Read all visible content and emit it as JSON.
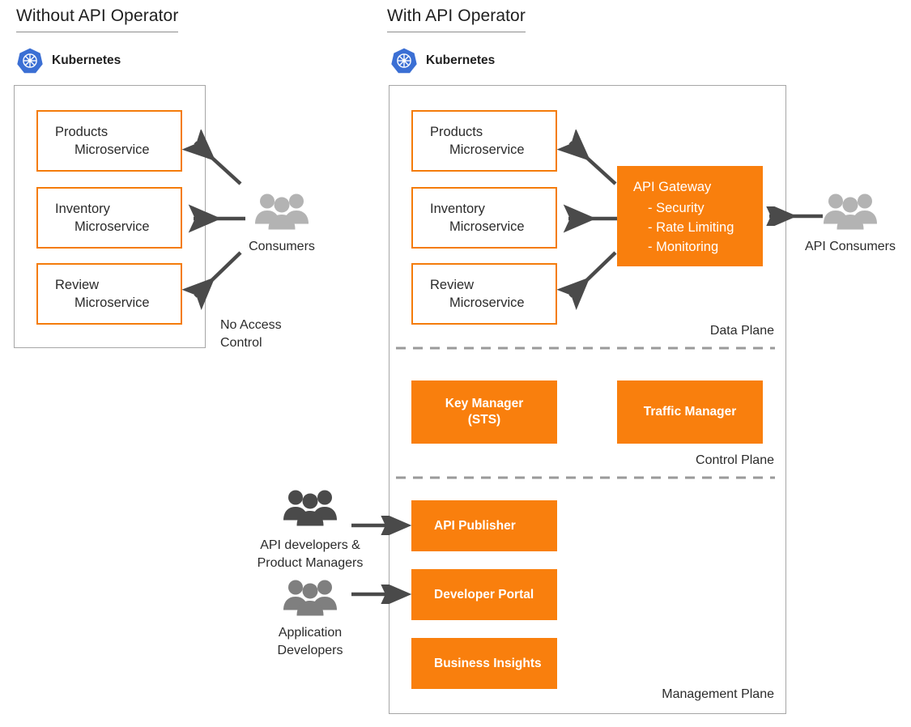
{
  "colors": {
    "orange": "#f97f0d",
    "orange_border": "#f47c0b",
    "panel_border": "#a6a6a6",
    "arrow": "#4a4a4a",
    "people_light": "#b3b3b3",
    "people_mid": "#7f7f7f",
    "people_dark": "#4a4a4a",
    "k8s_blue": "#3b6fd4",
    "text": "#2b2b2b"
  },
  "left": {
    "title": "Without API Operator",
    "platform": {
      "icon": "kubernetes-logo",
      "label": "Kubernetes"
    },
    "microservices": [
      {
        "name": "Products",
        "kind": "Microservice"
      },
      {
        "name": "Inventory",
        "kind": "Microservice"
      },
      {
        "name": "Review",
        "kind": "Microservice"
      }
    ],
    "consumers": {
      "icon": "people-group-icon",
      "label": "Consumers"
    },
    "note": {
      "line1": "No Access",
      "line2": "Control"
    }
  },
  "right": {
    "title": "With API Operator",
    "platform": {
      "icon": "kubernetes-logo",
      "label": "Kubernetes"
    },
    "microservices": [
      {
        "name": "Products",
        "kind": "Microservice"
      },
      {
        "name": "Inventory",
        "kind": "Microservice"
      },
      {
        "name": "Review",
        "kind": "Microservice"
      }
    ],
    "gateway": {
      "title": "API Gateway",
      "features": [
        "- Security",
        "- Rate Limiting",
        "- Monitoring"
      ]
    },
    "api_consumers": {
      "icon": "people-group-icon",
      "label": "API Consumers"
    },
    "planes": [
      {
        "name": "data",
        "label": "Data Plane"
      },
      {
        "name": "control",
        "label": "Control Plane"
      },
      {
        "name": "management",
        "label": "Management Plane"
      }
    ],
    "control_plane_boxes": [
      {
        "line1": "Key Manager",
        "line2": "(STS)"
      },
      {
        "line1": "Traffic Manager",
        "line2": ""
      }
    ],
    "management_plane_boxes": [
      {
        "label": "API Publisher"
      },
      {
        "label": "Developer Portal"
      },
      {
        "label": "Business Insights"
      }
    ],
    "actors": [
      {
        "icon": "people-group-icon",
        "line1": "API developers &",
        "line2": "Product Managers",
        "tone": "dark"
      },
      {
        "icon": "people-group-icon",
        "line1": "Application",
        "line2": "Developers",
        "tone": "mid"
      }
    ]
  }
}
